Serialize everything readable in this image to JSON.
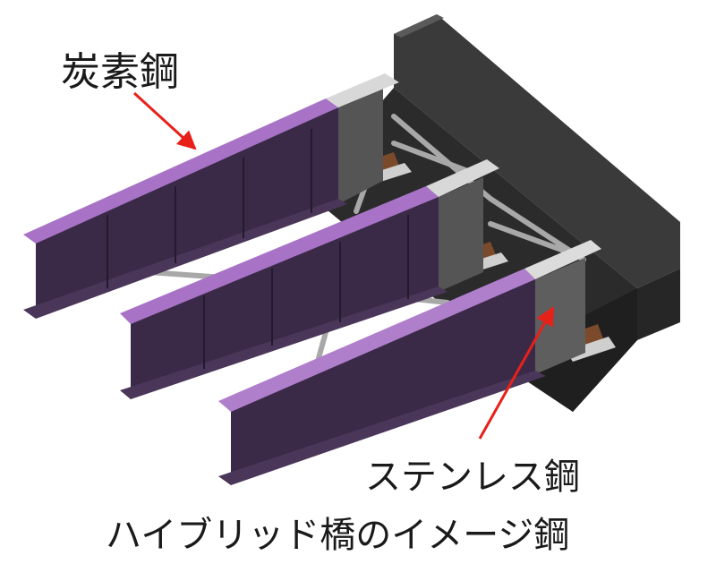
{
  "labels": {
    "carbon_steel": "炭素鋼",
    "stainless_steel": "ステンレス鋼",
    "caption": "ハイブリッド橋のイメージ鋼"
  },
  "colors": {
    "carbon_web": "#3a2a48",
    "carbon_flange": "#a873c6",
    "stainless_web": "#555555",
    "stainless_flange": "#d8d8d8",
    "abutment": "#2b2b2b",
    "arrow": "#e8201a",
    "bearing": "#7a4a2a"
  }
}
